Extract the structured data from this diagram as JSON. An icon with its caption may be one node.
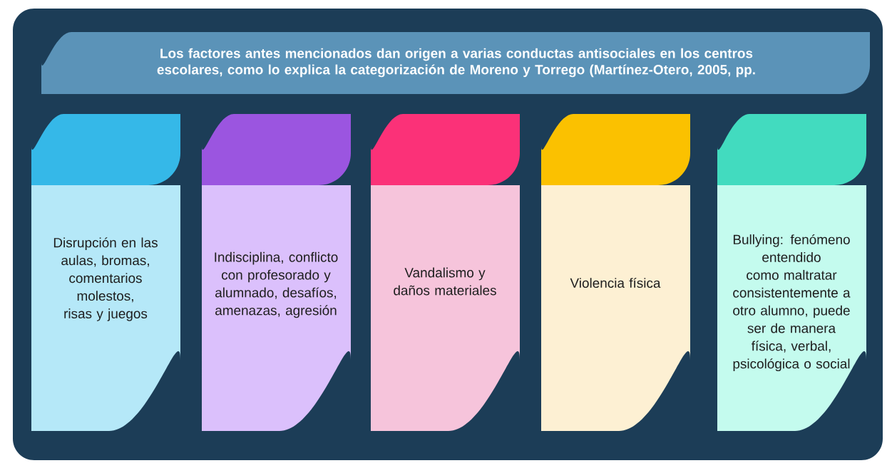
{
  "diagram": {
    "nodes": [
      {
        "text": [
          "Los factores antes mencionados dan origen a varias conductas antisociales en los centros escolares, como lo explica la categorización de Moreno y Torrego (Martínez-Otero, 2005, pp."
        ]
      },
      {
        "text": [
          "Disrupción en las aulas, bromas, comentarios molestos, risas y juegos"
        ]
      },
      {
        "text": [
          "Indisciplina, conflicto con profesorado y alumnado, desafíos, amenazas, agresión"
        ]
      },
      {
        "text": [
          "Vandalismo y daños materiales"
        ]
      },
      {
        "text": [
          "Violencia física"
        ]
      },
      {
        "text": [
          "Bullying: fenómeno entendido como maltratar consistentemente a otro alumno, puede ser de manera física, verbal, psicológica o social"
        ]
      }
    ]
  }
}
